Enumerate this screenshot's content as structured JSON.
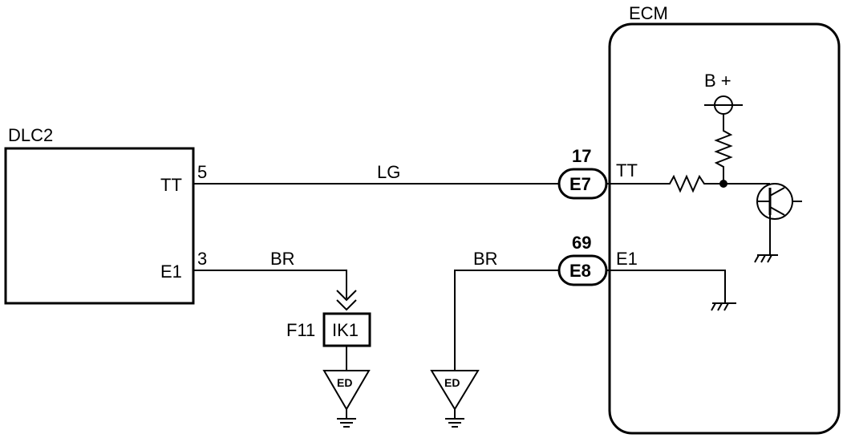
{
  "dlc2": {
    "name": "DLC2",
    "pins": [
      {
        "label": "TT",
        "number": "5"
      },
      {
        "label": "E1",
        "number": "3"
      }
    ]
  },
  "ecm": {
    "name": "ECM",
    "pins": [
      {
        "label": "TT",
        "number": "17",
        "connector": "E7"
      },
      {
        "label": "E1",
        "number": "69",
        "connector": "E8"
      }
    ],
    "supply": "B +"
  },
  "wires": {
    "tt_color": "LG",
    "e1_left_color": "BR",
    "e1_right_color": "BR"
  },
  "junction": {
    "location": "F11",
    "connector": "IK1"
  },
  "grounds": {
    "left": "ED",
    "right": "ED"
  }
}
